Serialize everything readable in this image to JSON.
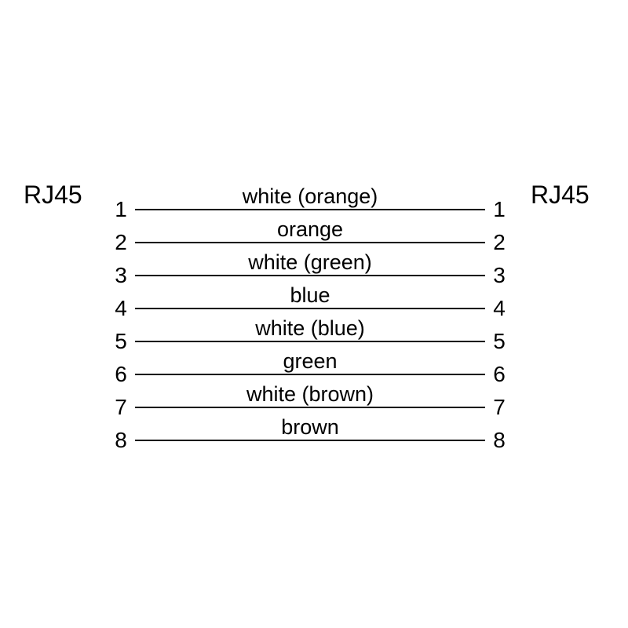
{
  "diagram": {
    "background_color": "#ffffff",
    "line_color": "#000000",
    "left_connector": "RJ45",
    "right_connector": "RJ45",
    "wires": [
      {
        "pin": "1",
        "color": "white (orange)"
      },
      {
        "pin": "2",
        "color": "orange"
      },
      {
        "pin": "3",
        "color": "white (green)"
      },
      {
        "pin": "4",
        "color": "blue"
      },
      {
        "pin": "5",
        "color": "white (blue)"
      },
      {
        "pin": "6",
        "color": "green"
      },
      {
        "pin": "7",
        "color": "white (brown)"
      },
      {
        "pin": "8",
        "color": "brown"
      }
    ]
  }
}
